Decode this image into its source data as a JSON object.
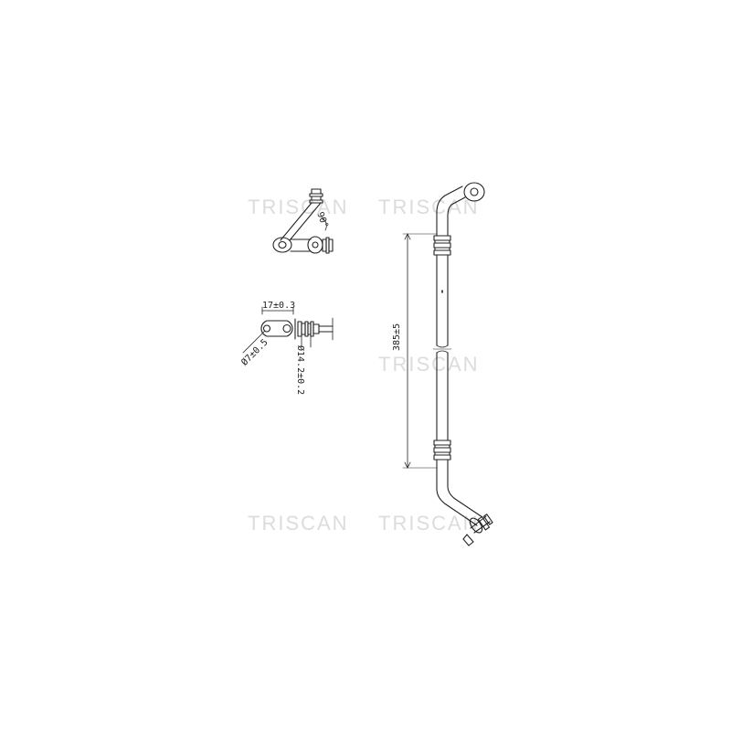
{
  "watermark": "TRISCAN",
  "dimensions": {
    "angle": "90°",
    "flange_width": "17±0.3",
    "hole_diameter": "Ø7±0.5",
    "pipe_diameter": "Ø14.2±0.2",
    "length": "385±5"
  }
}
